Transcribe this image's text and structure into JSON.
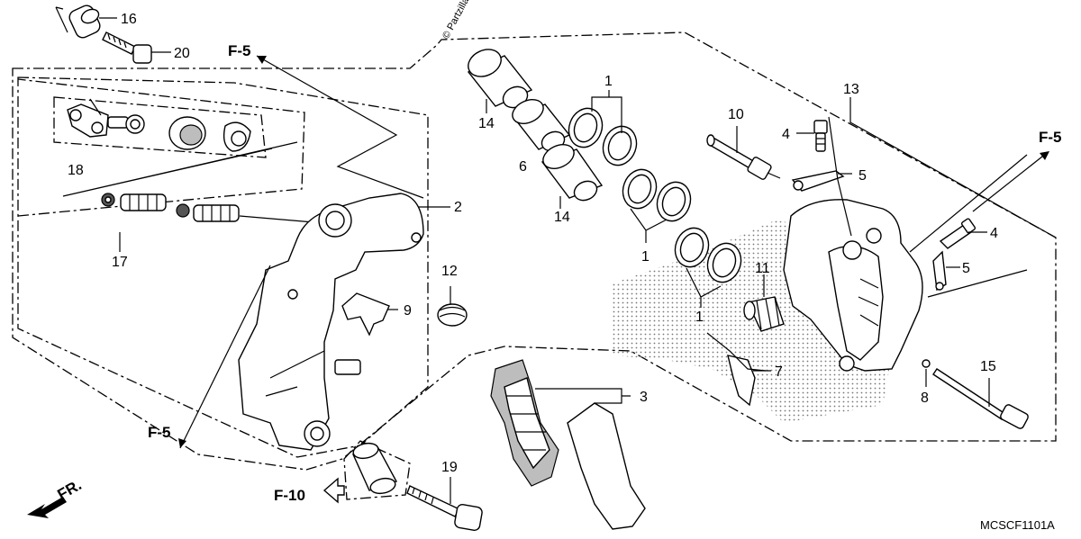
{
  "watermark": "© Partzilla.com",
  "diagram_code": "MCSCF1101A",
  "front_arrow": "FR.",
  "refs": {
    "f5_top": "F-5",
    "f5_left": "F-5",
    "f5_right": "F-5",
    "f10": "F-10"
  },
  "callouts": {
    "c16": "16",
    "c20": "20",
    "c18": "18",
    "c17": "17",
    "c2": "2",
    "c12": "12",
    "c9": "9",
    "c14a": "14",
    "c6": "6",
    "c14b": "14",
    "c1a": "1",
    "c1b": "1",
    "c1c": "1",
    "c10": "10",
    "c4a": "4",
    "c5a": "5",
    "c13": "13",
    "c4b": "4",
    "c5b": "5",
    "c11": "11",
    "c7": "7",
    "c8": "8",
    "c15": "15",
    "c3": "3",
    "c19": "19"
  },
  "colors": {
    "ink": "#000000",
    "shade": "#bdbdbd",
    "paper": "#ffffff"
  }
}
